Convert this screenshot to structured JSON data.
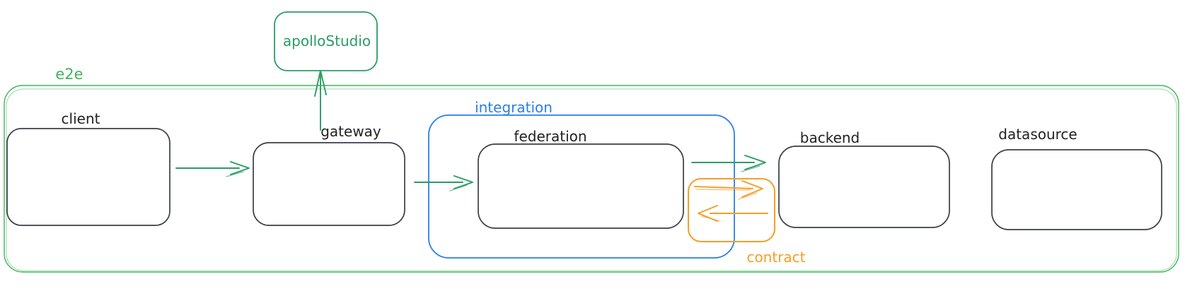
{
  "colors": {
    "e2e_green": "#42b35a",
    "accent_green": "#2a9d64",
    "integration_blue": "#2b7de9",
    "contract_orange": "#f59e27",
    "node_stroke": "#3a3f44",
    "label_black": "#222222",
    "background": "#ffffff"
  },
  "groups": {
    "e2e": {
      "label": "e2e"
    },
    "integration": {
      "label": "integration"
    },
    "contract": {
      "label": "contract"
    }
  },
  "nodes": {
    "apolloStudio": {
      "label": "apolloStudio"
    },
    "client": {
      "label": "client"
    },
    "gateway": {
      "label": "gateway"
    },
    "federation": {
      "label": "federation"
    },
    "backend": {
      "label": "backend"
    },
    "datasource": {
      "label": "datasource"
    }
  },
  "edges": [
    {
      "from": "client",
      "to": "gateway",
      "color": "green"
    },
    {
      "from": "gateway",
      "to": "apolloStudio",
      "color": "green",
      "direction": "up"
    },
    {
      "from": "gateway",
      "to": "federation",
      "color": "green"
    },
    {
      "from": "federation",
      "to": "backend",
      "color": "green"
    },
    {
      "from": "federation",
      "to": "backend",
      "color": "orange",
      "group": "contract"
    },
    {
      "from": "backend",
      "to": "federation",
      "color": "orange",
      "group": "contract"
    }
  ]
}
